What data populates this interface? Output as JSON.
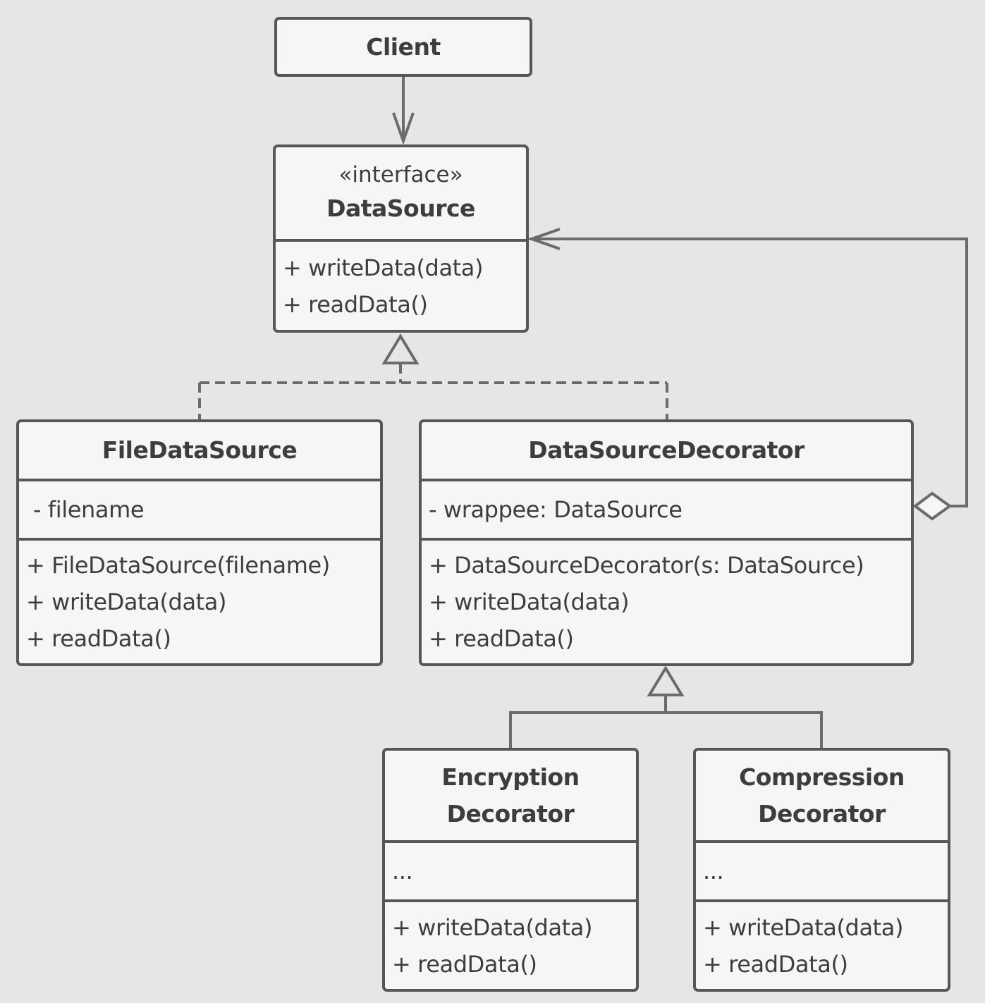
{
  "client": {
    "name": "Client"
  },
  "datasource": {
    "stereotype": "«interface»",
    "name": "DataSource",
    "methods": [
      "+ writeData(data)",
      "+ readData()"
    ]
  },
  "filedatasource": {
    "name": "FileDataSource",
    "fields": [
      "- filename"
    ],
    "methods": [
      "+ FileDataSource(filename)",
      "+ writeData(data)",
      "+ readData()"
    ]
  },
  "decorator": {
    "name": "DataSourceDecorator",
    "fields": [
      "- wrappee: DataSource"
    ],
    "methods": [
      "+ DataSourceDecorator(s: DataSource)",
      "+ writeData(data)",
      "+ readData()"
    ]
  },
  "encryption": {
    "name_line1": "Encryption",
    "name_line2": "Decorator",
    "fields": [
      "..."
    ],
    "methods": [
      "+ writeData(data)",
      "+ readData()"
    ]
  },
  "compression": {
    "name_line1": "Compression",
    "name_line2": "Decorator",
    "fields": [
      "..."
    ],
    "methods": [
      "+ writeData(data)",
      "+ readData()"
    ]
  },
  "colors": {
    "background": "#e6e6e6",
    "box": "#f6f6f6",
    "line": "#575757",
    "text": "#3d3d3d"
  }
}
